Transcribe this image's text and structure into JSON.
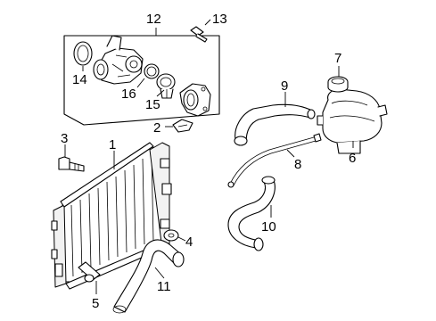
{
  "callouts": {
    "n1": "1",
    "n2": "2",
    "n3": "3",
    "n4": "4",
    "n5": "5",
    "n6": "6",
    "n7": "7",
    "n8": "8",
    "n9": "9",
    "n10": "10",
    "n11": "11",
    "n12": "12",
    "n13": "13",
    "n14": "14",
    "n15": "15",
    "n16": "16"
  }
}
